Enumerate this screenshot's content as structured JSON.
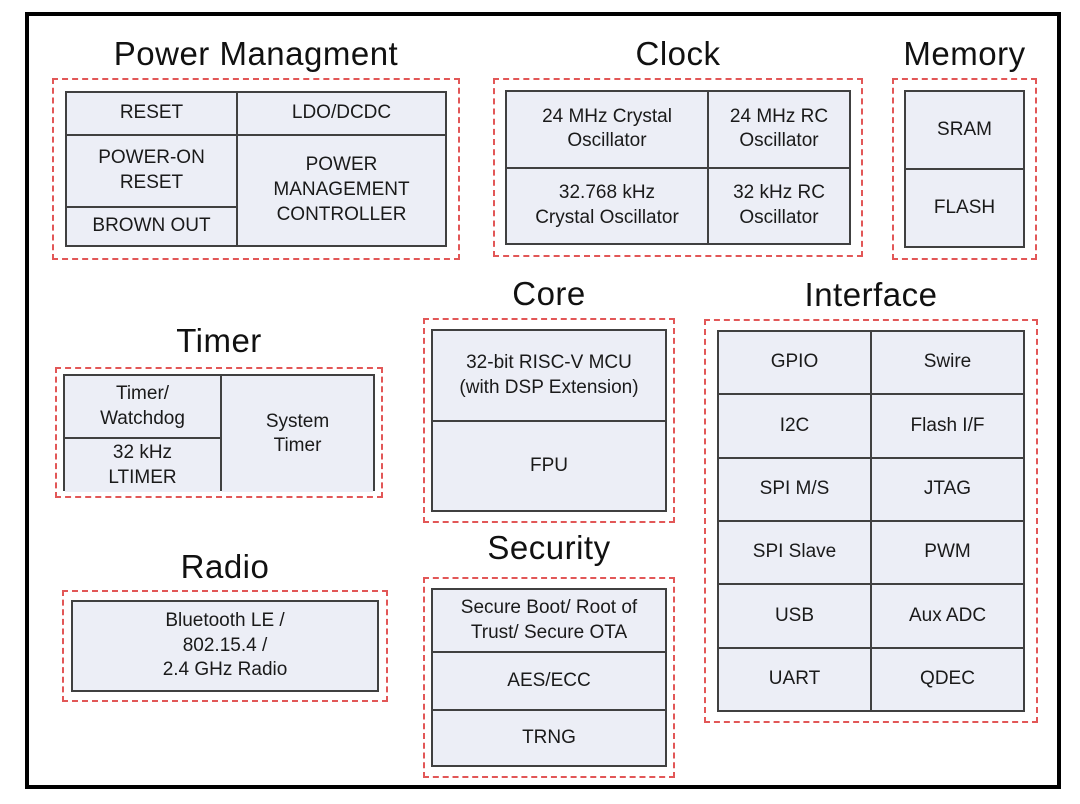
{
  "colors": {
    "cell_fill": "#eceef6",
    "cell_border": "#404040",
    "dashed_border": "#e25757",
    "frame_border": "#000000",
    "text": "#1a1a1a"
  },
  "sections": {
    "power": {
      "title": "Power Managment",
      "cells": {
        "reset": "RESET",
        "ldo_dcdc": "LDO/DCDC",
        "power_on_reset": "POWER-ON\nRESET",
        "pmc": "POWER\nMANAGEMENT\nCONTROLLER",
        "brown_out": "BROWN OUT"
      }
    },
    "clock": {
      "title": "Clock",
      "cells": {
        "xtal_24mhz": "24 MHz Crystal\nOscillator",
        "rc_24mhz": "24 MHz RC\nOscillator",
        "xtal_32khz": "32.768 kHz\nCrystal Oscillator",
        "rc_32khz": "32 kHz RC\nOscillator"
      }
    },
    "memory": {
      "title": "Memory",
      "cells": {
        "sram": "SRAM",
        "flash": "FLASH"
      }
    },
    "timer": {
      "title": "Timer",
      "cells": {
        "timer_watchdog": "Timer/\nWatchdog",
        "ltimer": "32 kHz\nLTIMER",
        "system_timer": "System\nTimer"
      }
    },
    "core": {
      "title": "Core",
      "cells": {
        "mcu": "32-bit RISC-V MCU\n(with DSP Extension)",
        "fpu": "FPU"
      }
    },
    "interface": {
      "title": "Interface",
      "cells": {
        "gpio": "GPIO",
        "swire": "Swire",
        "i2c": "I2C",
        "flash_if": "Flash I/F",
        "spi_ms": "SPI M/S",
        "jtag": "JTAG",
        "spi_slave": "SPI Slave",
        "pwm": "PWM",
        "usb": "USB",
        "aux_adc": "Aux ADC",
        "uart": "UART",
        "qdec": "QDEC"
      }
    },
    "radio": {
      "title": "Radio",
      "cells": {
        "radio": "Bluetooth LE /\n802.15.4 /\n2.4 GHz Radio"
      }
    },
    "security": {
      "title": "Security",
      "cells": {
        "secure_boot": "Secure Boot/ Root of\nTrust/ Secure OTA",
        "aes_ecc": "AES/ECC",
        "trng": "TRNG"
      }
    }
  }
}
